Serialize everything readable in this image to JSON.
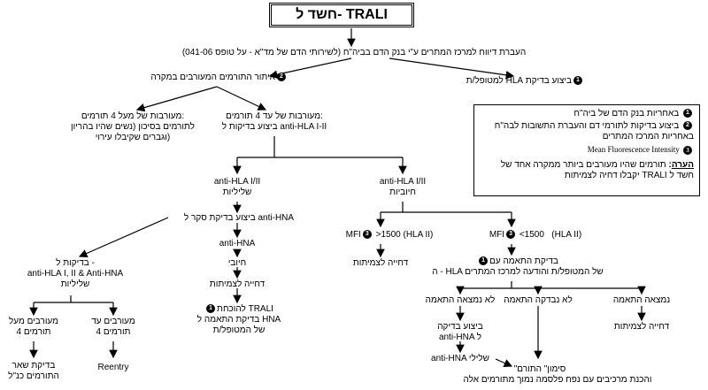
{
  "title": "חשד ל- TRALI",
  "step_report": "העברת דיווח למרכז המתרים ע\"י בנק הדם בביה\"ח (לשירותי הדם של מד\"א - על טופס 041-06)",
  "hla_recipient": "ביצוע בדיקת HLA למטופל/ת",
  "donor_identify": "איתור התורמים המעורבים במקרה",
  "up_to_4": [
    "מעורבות של עד 4 תורמים:",
    "ביצוע בדיקות ל anti-HLA I-II"
  ],
  "over_4": [
    "מעורבות של מעל 4 תורמים:",
    "לתורמים בסיכון (נשים שהיו בהריון",
    "וגברים שקיבלו עירוי)"
  ],
  "legend": {
    "item1": "באחריות בנק הדם של ביה\"ח",
    "item2": [
      "ביצוע בדיקות לתורמי דם והעברת התשובות לבה\"ח",
      "באחריות המרכז המתרים"
    ],
    "item3": "Mean Fluorescence Intensity",
    "note_label": "הערה",
    "note_text": [
      "תורמים שהיו מעורבים ביותר ממקרה אחד של",
      "חשד ל TRALI יקבלו דחיה לצמיתות"
    ]
  },
  "neg_branch": [
    "anti-HLA I/II",
    "שליליות"
  ],
  "pos_branch": [
    "anti-HLA I/II",
    "חיוביות"
  ],
  "screen_hna": "ביצוע בדיקת סקר ל anti-HNA",
  "anti_hna": "anti-HNA",
  "positive": "חיובי",
  "permanent_deferral": "דחייה לצמיתות",
  "trali_proof": [
    "להוכחת TRALI",
    "בדיקת התאמה ל HNA",
    "של המטופל/ת"
  ],
  "tests_neg": [
    "בדיקות ל -",
    "anti-HLA I, II & Anti-HNA",
    "שליליות"
  ],
  "over4_donors": [
    "מעורבים מעל",
    "4 תורמים"
  ],
  "upto4_donors": [
    "מעורבים עד",
    "4 תורמים"
  ],
  "other_donors": [
    "בדיקת שאר",
    "התורמים כנ\"ל"
  ],
  "reentry": "Reentry",
  "mfi_high": {
    "mfi": "MFI",
    "value": ">1500",
    "hla": "(HLA II)"
  },
  "mfi_low": {
    "mfi": "MFI",
    "value": "<1500",
    "hla": "(HLA II)"
  },
  "deferral_high": "דחייה לצמיתות",
  "match_test": [
    "בדיקת התאמה עם",
    "ה - HLA של המטופל/ת והודעה למרכז המתרים"
  ],
  "no_match_found": "לא נמצאה התאמה",
  "not_tested": "לא נבדקה התאמה",
  "match_found": "נמצאה התאמה",
  "deferral_match": "דחייה לצמיתות",
  "hna_test": [
    "ביצוע בדיקה",
    "anti-HNA ל"
  ],
  "hna_neg": "anti-HNA שלילי",
  "marking": "\"סימון\" התורם",
  "marking_desc": "והכנת מרכיבים עם נפח פלסמה נמוך מתורמים אלה",
  "badges": [
    "1",
    "2",
    "3"
  ]
}
